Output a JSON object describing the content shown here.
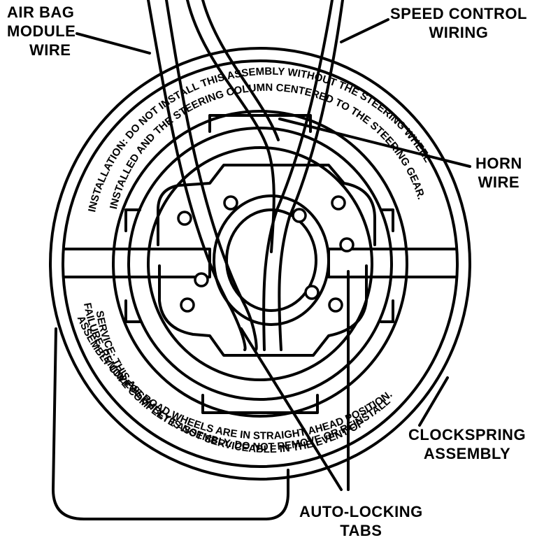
{
  "callouts": {
    "air_bag": [
      "AIR BAG",
      "MODULE",
      "WIRE"
    ],
    "speed_control": [
      "SPEED CONTROL",
      "WIRING"
    ],
    "horn": [
      "HORN",
      "WIRE"
    ],
    "clockspring": [
      "CLOCKSPRING",
      "ASSEMBLY"
    ],
    "auto_locking": [
      "AUTO-LOCKING",
      "TABS"
    ]
  },
  "ring_text": {
    "installation_outer": "INSTALLATION: DO NOT INSTALL THIS ASSEMBLY WITHOUT THE STEERING WHEEL",
    "installation_inner": "INSTALLED AND THE STEERING COLUMN CENTERED TO THE STEERING GEAR.",
    "service_outer": "SERVICE: THIS ASSEMBLY IS NOT SERVICEABLE IN THE EVENT OF",
    "service_middle": "FAILURE. REMOVE COMPLETE ASSEMBLY. DO NOT REMOVE OR REINSTALL",
    "service_inner": "ASSEMBLY UNLESS ROAD WHEELS ARE IN STRAIGHT AHEAD POSITION."
  },
  "colors": {
    "ink": "#000000",
    "paper": "#ffffff"
  }
}
